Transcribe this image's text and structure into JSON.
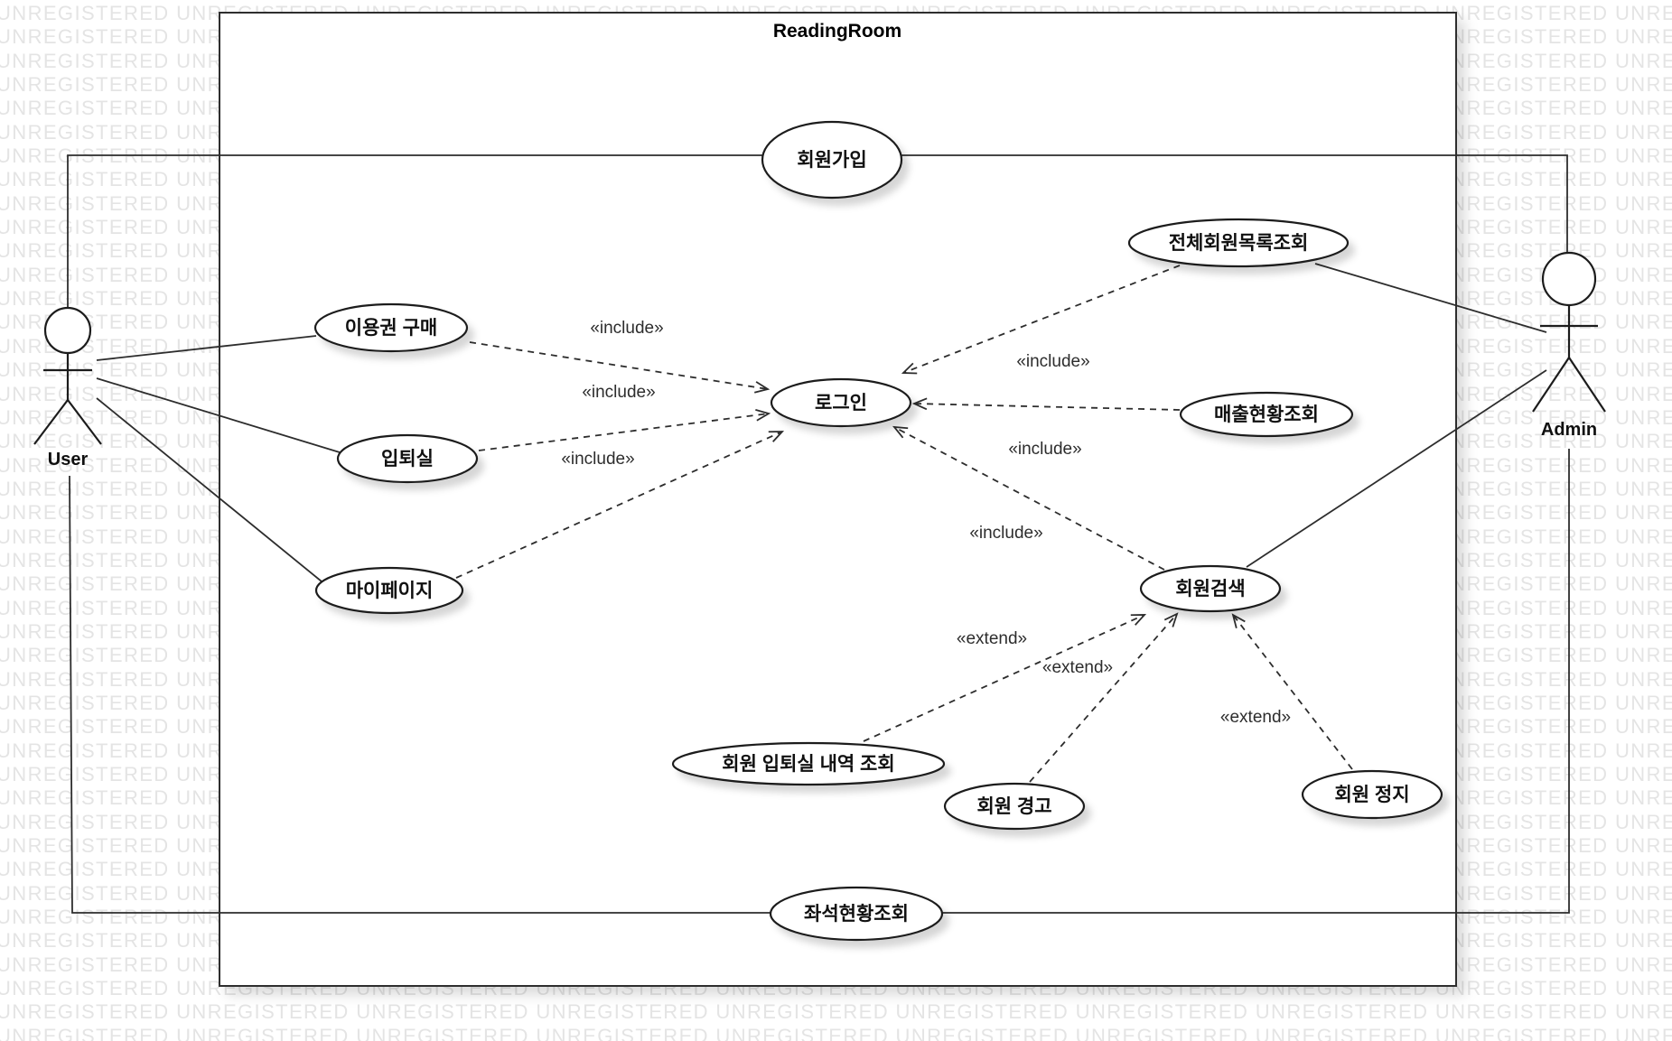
{
  "diagram": {
    "system": {
      "title": "ReadingRoom"
    },
    "watermark": {
      "text": "UNREGISTERED",
      "color": "#e4e4e4"
    },
    "actors": {
      "user": {
        "label": "User"
      },
      "admin": {
        "label": "Admin"
      }
    },
    "use_cases": {
      "signup": {
        "label": "회원가입"
      },
      "buy_pass": {
        "label": "이용권 구매"
      },
      "enter_exit": {
        "label": "입퇴실"
      },
      "my_page": {
        "label": "마이페이지"
      },
      "login": {
        "label": "로그인"
      },
      "member_list": {
        "label": "전체회원목록조회"
      },
      "sales_status": {
        "label": "매출현황조회"
      },
      "member_search": {
        "label": "회원검색"
      },
      "member_entry_history": {
        "label": "회원 입퇴실 내역 조회"
      },
      "member_warning": {
        "label": "회원 경고"
      },
      "member_suspend": {
        "label": "회원 정지"
      },
      "seat_status": {
        "label": "좌석현황조회"
      }
    },
    "stereotypes": {
      "include": "«include»",
      "extend": "«extend»"
    }
  }
}
